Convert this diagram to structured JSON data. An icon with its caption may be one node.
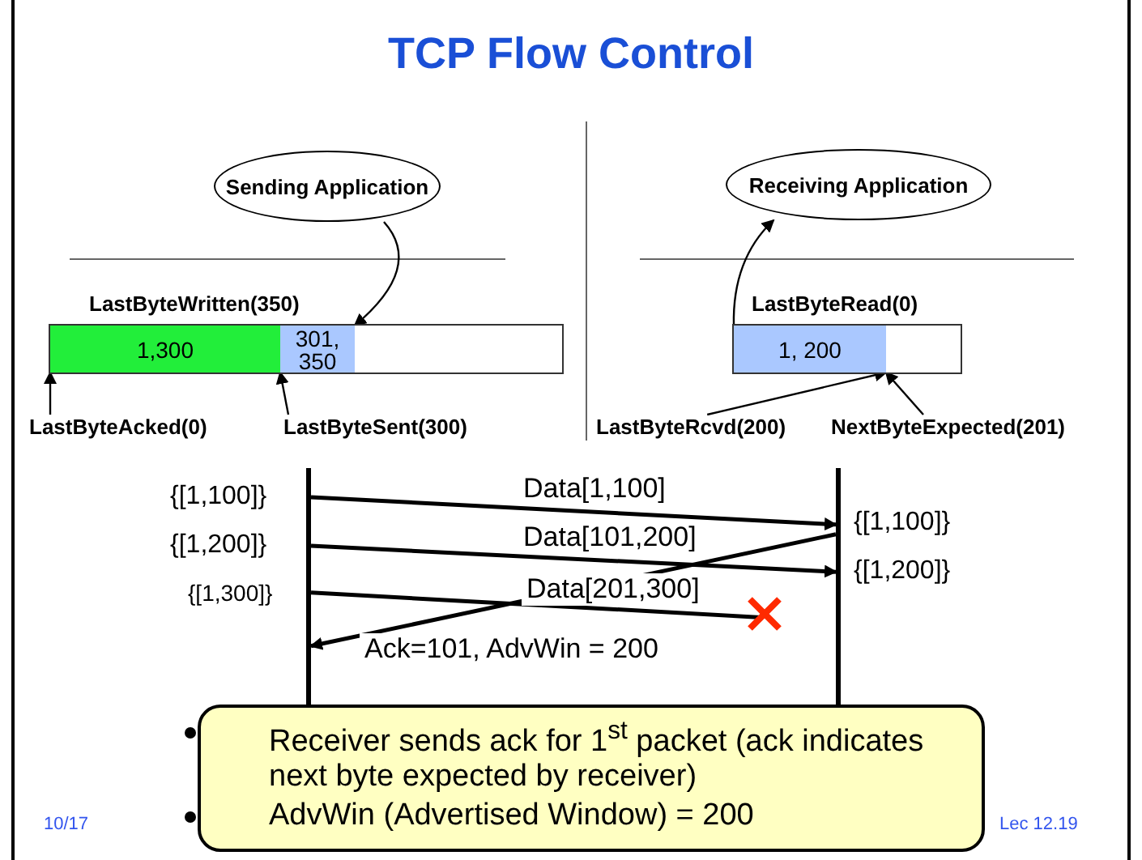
{
  "diagram": {
    "title": "TCP Flow Control",
    "nodes": [
      {
        "text": [
          "Sending Application"
        ]
      },
      {
        "text": [
          "Receiving Application"
        ]
      },
      {
        "text": [],
        "shape": "bar"
      },
      {
        "text": [
          "1,300"
        ],
        "in": 2
      },
      {
        "text": [
          "301, 350"
        ],
        "in": 2
      },
      {
        "text": [
          "LastByteAcked(0)"
        ]
      },
      {
        "text": [
          "LastByteSent(300)"
        ]
      },
      {
        "text": [],
        "shape": "bar"
      },
      {
        "text": [
          "1, 200"
        ],
        "in": 7
      },
      {
        "text": [
          "LastByteRcvd(200)"
        ]
      },
      {
        "text": [
          "NextByteExpected(201)"
        ]
      },
      {
        "text": [],
        "shape": "line"
      },
      {
        "text": [],
        "shape": "line"
      },
      {
        "text": [],
        "shape": "cross"
      },
      {
        "text": [
          "Receiver sends ack for 1$^{st}$ packet (ack indicates next byte expected by receiver)",
          "AdvWin (Advertised Window) = 200"
        ]
      }
    ],
    "edges": [
      {
        "from": 0,
        "to": 4,
        "arrow": "to"
      },
      {
        "from": 8,
        "to": 1,
        "arrow": "to"
      },
      {
        "from": 5,
        "to": 3,
        "arrow": "to"
      },
      {
        "from": 6,
        "to": 4,
        "arrow": "to"
      },
      {
        "from": 9,
        "to": 8,
        "arrow": "to"
      },
      {
        "from": 10,
        "to": 8,
        "arrow": "to"
      },
      {
        "from": 11,
        "to": 12,
        "arrow": "to",
        "label": "Data[1,100]"
      },
      {
        "from": 11,
        "to": 12,
        "arrow": "to",
        "label": "Data[101,200]"
      },
      {
        "from": 11,
        "to": 13,
        "arrow": "none",
        "label": "Data[201,300]"
      },
      {
        "from": 12,
        "to": 11,
        "arrow": "to",
        "label": "Ack=101, AdvWin = 200"
      }
    ],
    "labels": [
      "LastByteWritten(350)",
      "LastByteRead(0)",
      "{[1,100]}",
      "{[1,200]}",
      "{[1,300]}",
      "{[1,100]}",
      "{[1,200]}",
      "10/17",
      "Lec 12.19"
    ]
  }
}
